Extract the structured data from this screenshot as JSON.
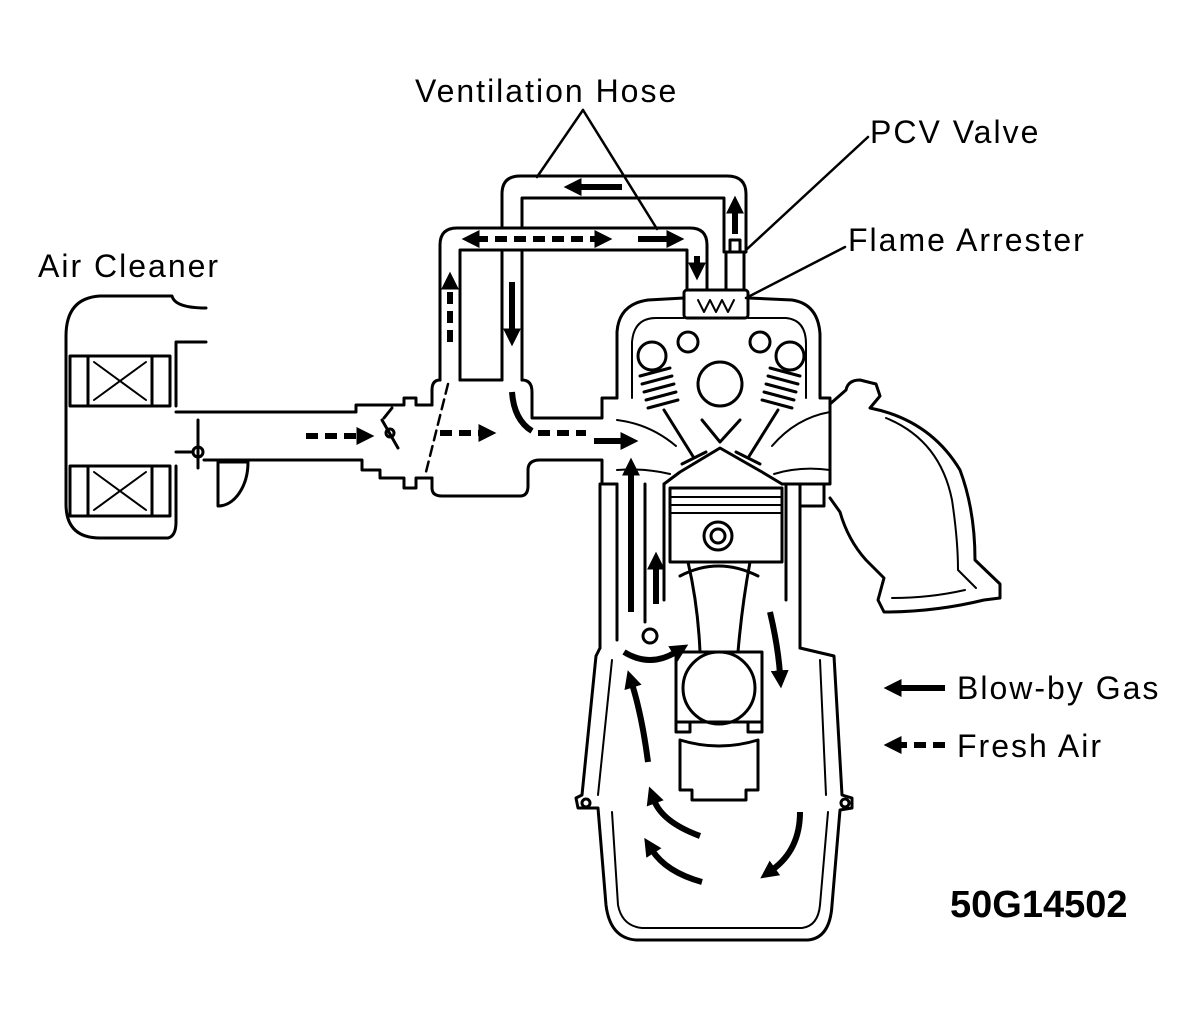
{
  "labels": {
    "ventilation_hose": "Ventilation Hose",
    "pcv_valve": "PCV Valve",
    "flame_arrester": "Flame Arrester",
    "air_cleaner": "Air Cleaner"
  },
  "legend": {
    "blow_by_gas": {
      "label": "Blow-by Gas",
      "icon": "solid-arrow-left-icon"
    },
    "fresh_air": {
      "label": "Fresh Air",
      "icon": "dashed-arrow-left-icon"
    }
  },
  "figure_code": "50G14502",
  "colors": {
    "ink": "#000000",
    "background": "#ffffff"
  }
}
